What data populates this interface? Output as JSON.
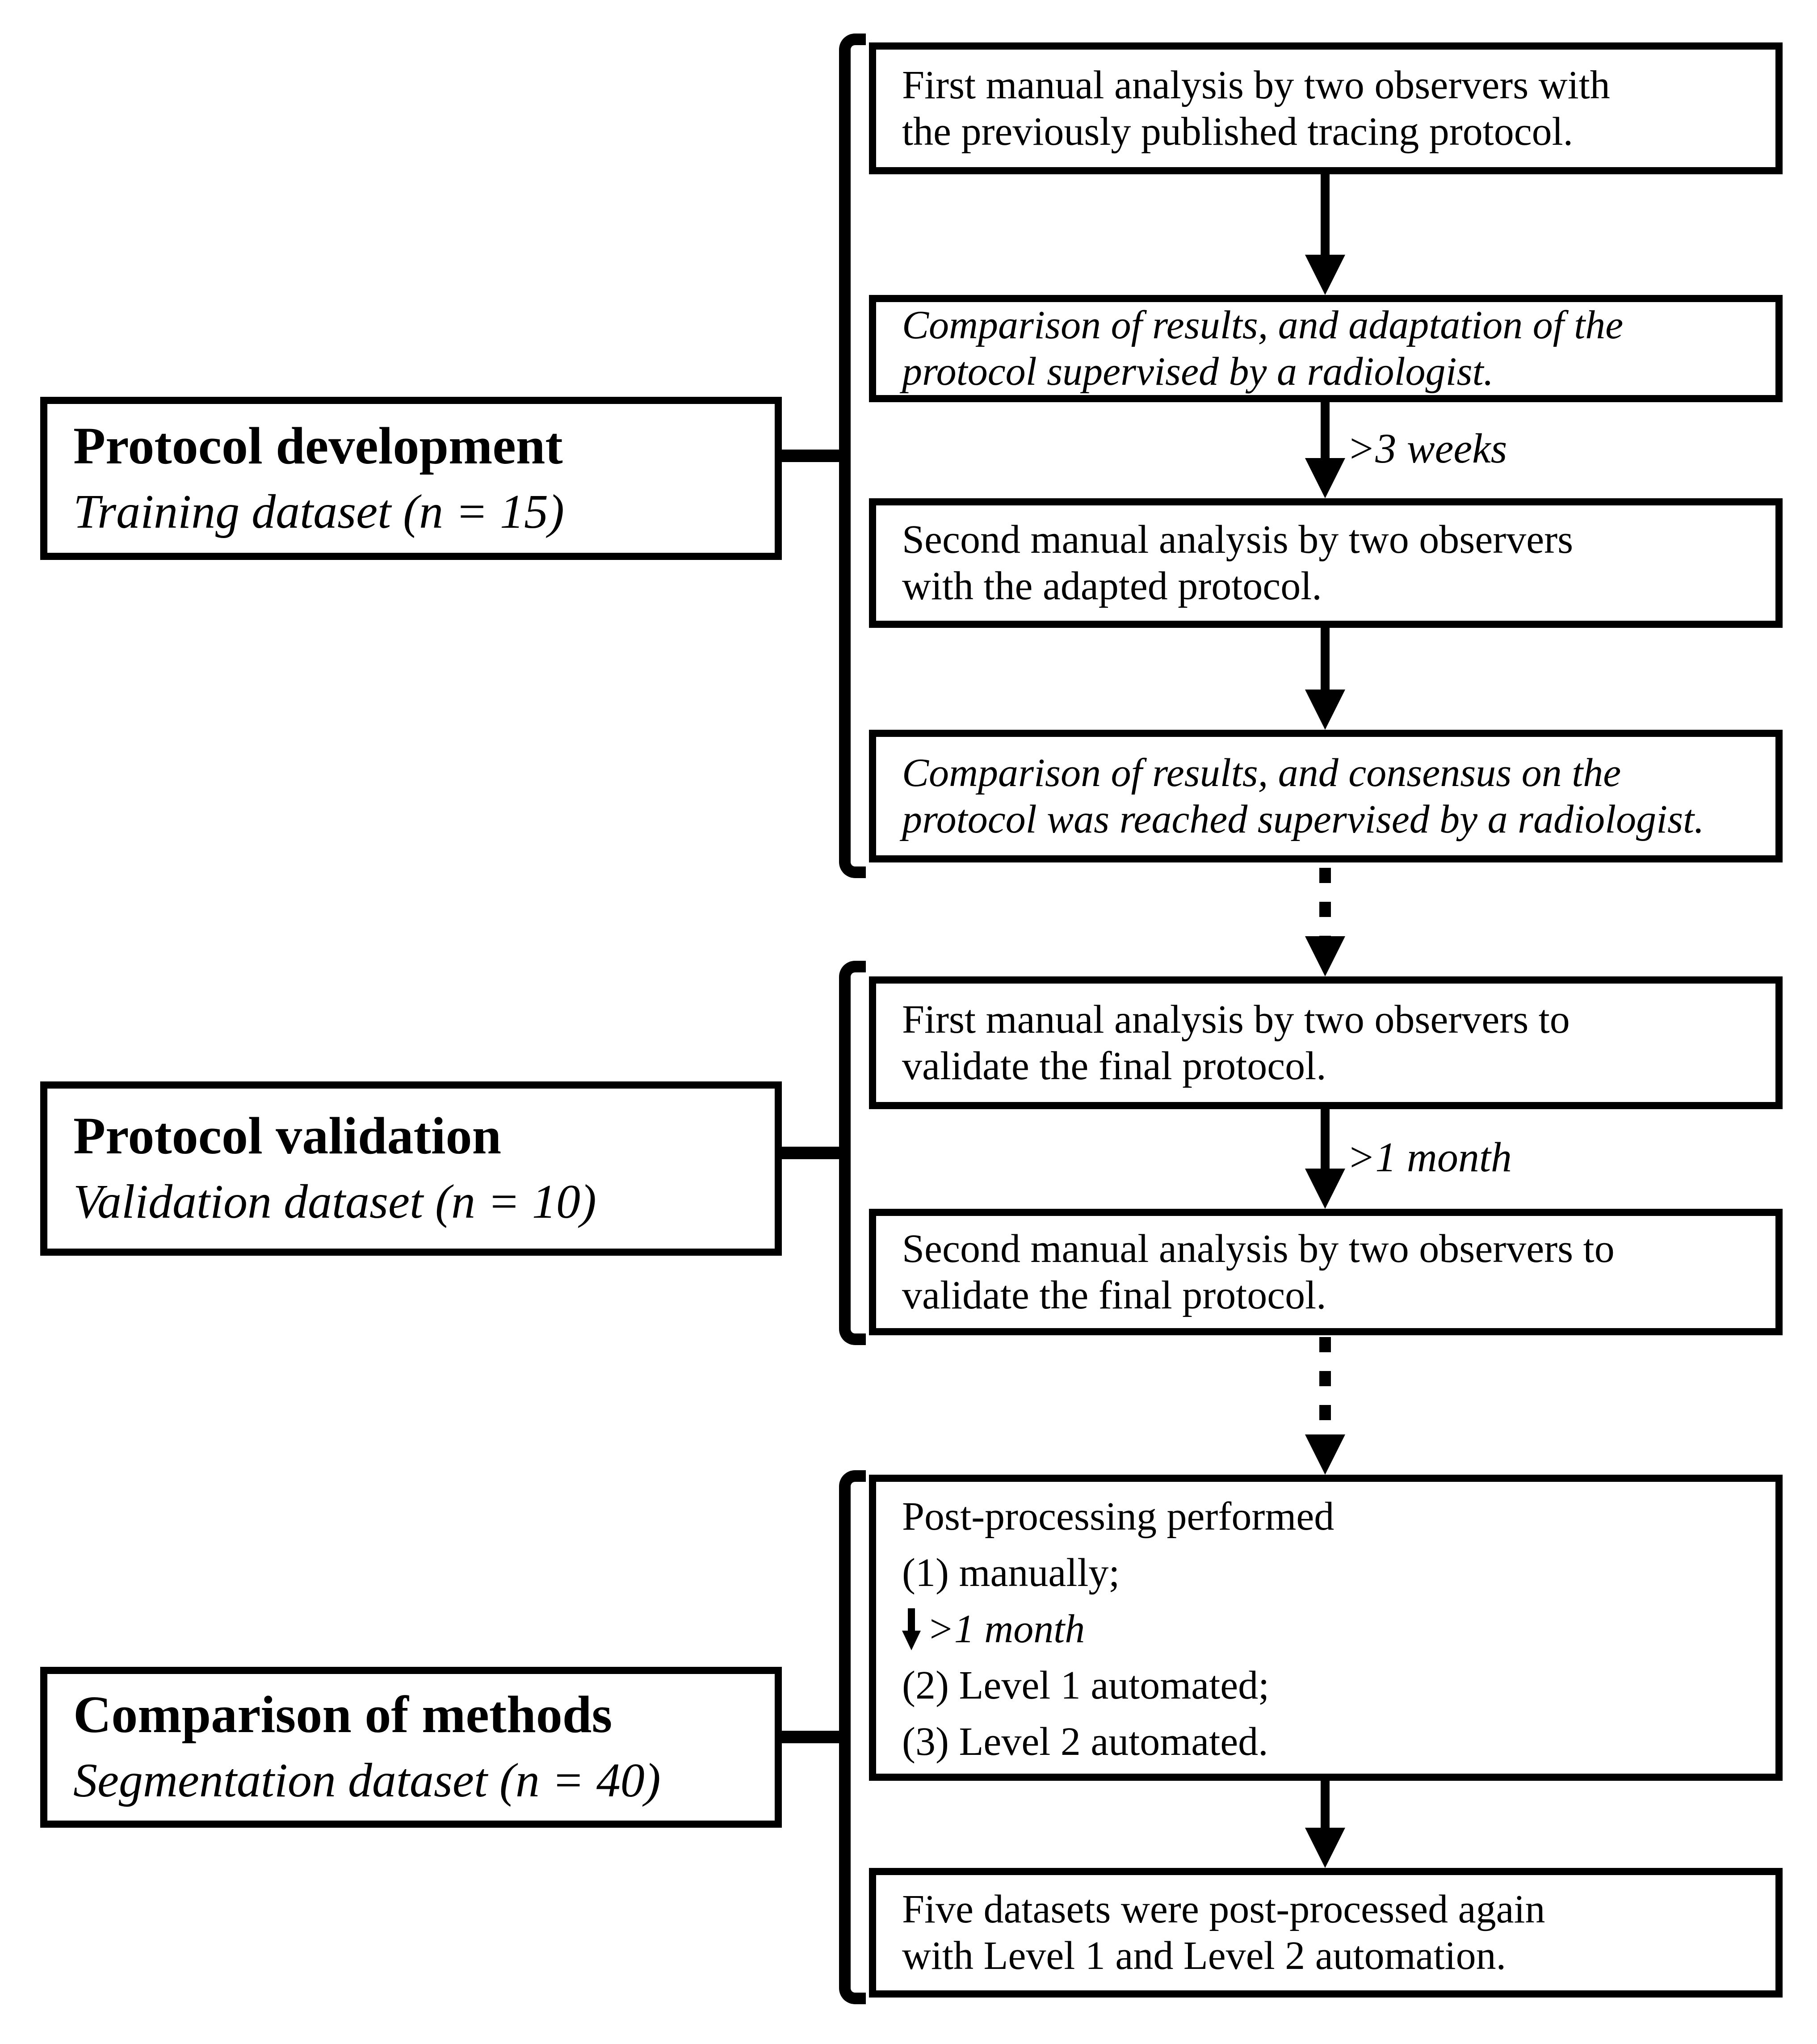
{
  "flow": {
    "phases": [
      {
        "title": "Protocol development",
        "dataset": "Training dataset (n = 15)"
      },
      {
        "title": "Protocol validation",
        "dataset": "Validation dataset (n = 10)"
      },
      {
        "title": "Comparison of methods",
        "dataset": "Segmentation dataset (n = 40)"
      }
    ],
    "steps": [
      {
        "text": "First manual analysis by two observers with\nthe previously published tracing protocol."
      },
      {
        "text": "Comparison of results, and adaptation of the\nprotocol supervised by a radiologist."
      },
      {
        "text": "Second manual analysis by two observers\nwith the adapted protocol."
      },
      {
        "text": "Comparison of results, and consensus on the\nprotocol was reached supervised by a radiologist."
      },
      {
        "text": "First manual analysis by two observers to\nvalidate the final protocol."
      },
      {
        "text": "Second manual analysis by two observers to\nvalidate the final protocol."
      },
      {
        "line1": "Post-processing performed",
        "line2": "(1) manually;",
        "delay_label": ">1 month",
        "line3": "(2) Level 1 automated;",
        "line4": "(3) Level 2 automated."
      },
      {
        "text": "Five datasets were post-processed again\nwith Level 1 and Level 2 automation."
      }
    ],
    "arrow_labels": [
      ">3 weeks",
      ">1 month"
    ],
    "colors": {
      "ink": "#000000",
      "background": "#ffffff"
    }
  }
}
